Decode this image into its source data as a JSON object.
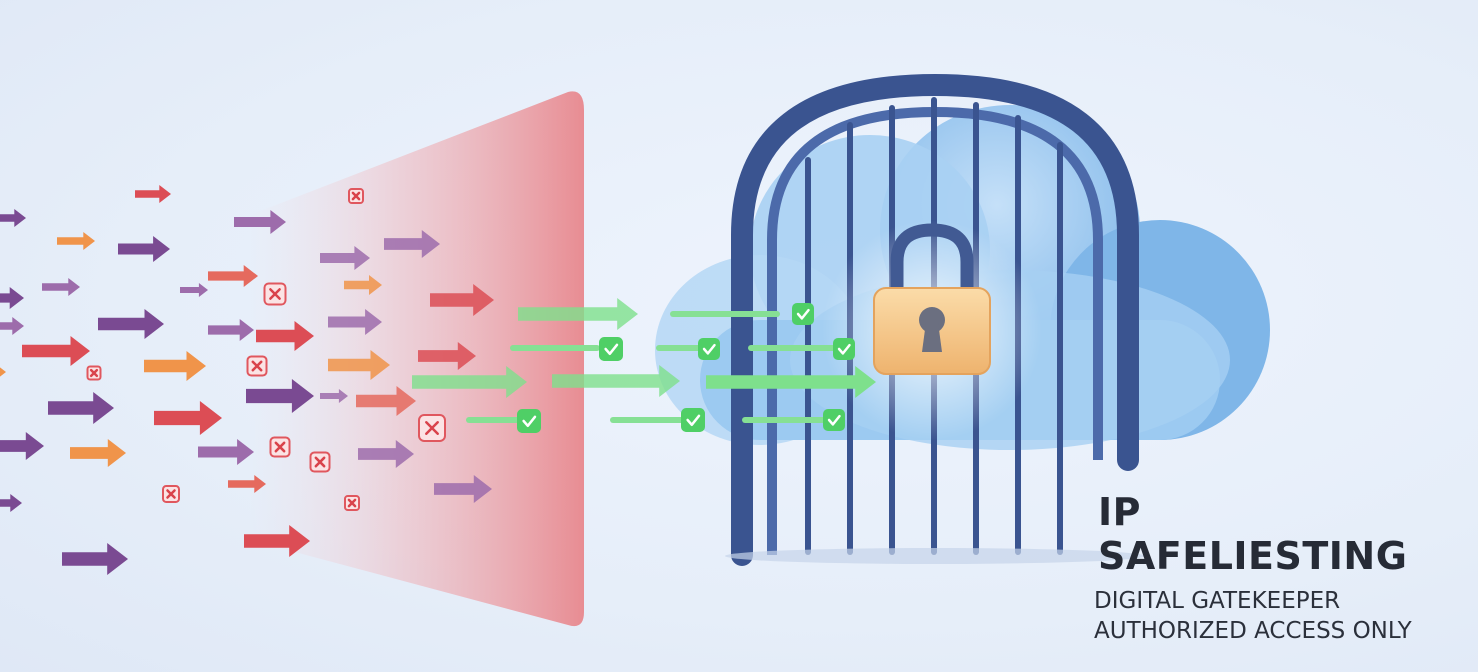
{
  "caption": {
    "title": "IP SAFELIESTING",
    "line1": "DIGITAL GATEKEEPER",
    "line2": "AUTHORIZED ACCESS ONLY"
  },
  "colors": {
    "background": "#e6eef9",
    "wall": "#e98b8f",
    "allowed": "#7ee08c",
    "check_badge": "#4fcf66",
    "gate_frame": "#3a5490",
    "cloud": "#8ec4ef",
    "padlock": "#f5c98c",
    "block_badge": "#e0575e"
  },
  "icons": {
    "blocked": "x-mark-icon",
    "allowed": "checkmark-icon",
    "lock": "padlock-icon",
    "gate": "gate-icon",
    "cloud": "cloud-icon",
    "wall": "firewall-icon"
  }
}
